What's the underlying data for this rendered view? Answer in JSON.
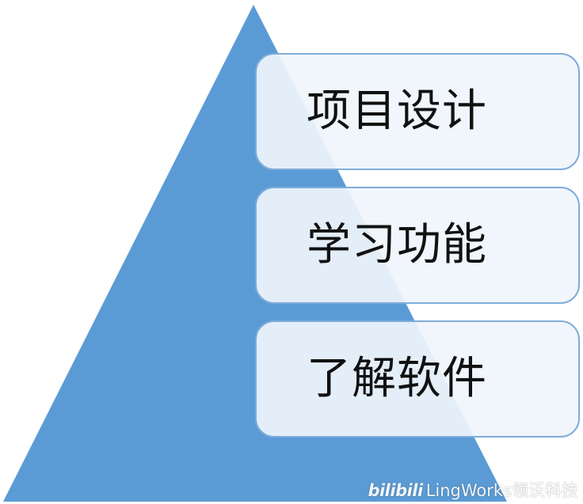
{
  "diagram": {
    "pyramid_color": "#5b9bd5",
    "box_border_color": "#7eacd9",
    "box_fill_color": "#f0f5fc",
    "levels": [
      {
        "label": "项目设计"
      },
      {
        "label": "学习功能"
      },
      {
        "label": "了解软件"
      }
    ]
  },
  "watermark": {
    "logo": "bilibili",
    "text": "LingWorks领沃科技"
  }
}
